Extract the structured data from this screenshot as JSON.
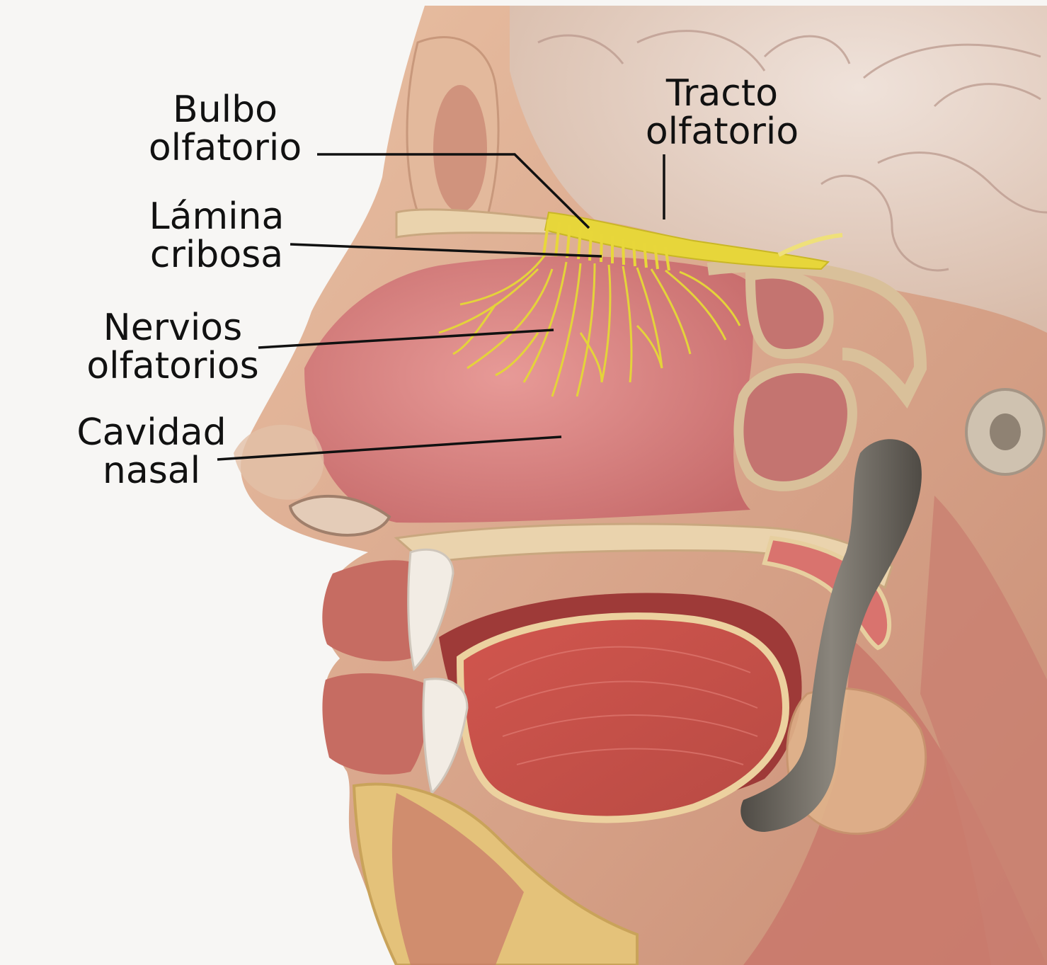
{
  "labels": {
    "bulbo_olfatorio": [
      "Bulbo",
      "olfatorio"
    ],
    "tracto_olfatorio": [
      "Tracto",
      "olfatorio"
    ],
    "lamina_cribosa": [
      "Lámina",
      "cribosa"
    ],
    "nervios_olfatorios": [
      "Nervios",
      "olfatorios"
    ],
    "cavidad_nasal": [
      "Cavidad",
      "nasal"
    ]
  },
  "colors": {
    "background": "#f7f6f4",
    "skin": "#e6b89c",
    "muscle": "#c9605a",
    "mucosa": "#e08f8c",
    "bone": "#ead3ad",
    "brain": "#e7d6cc",
    "nerve": "#e8d73a",
    "pharynx": "#6f6a60"
  }
}
